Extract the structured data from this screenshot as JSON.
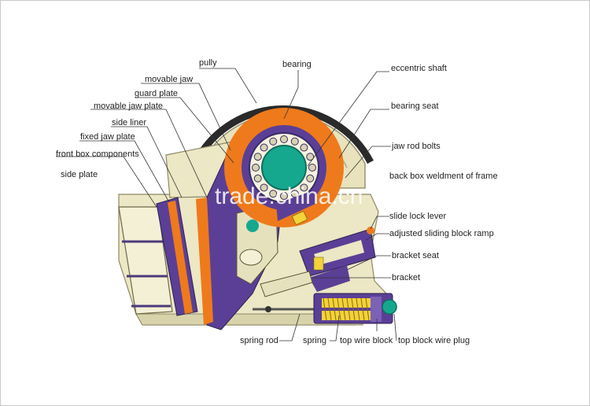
{
  "labels": {
    "pully": "pully",
    "bearing": "bearing",
    "movable_jaw": "movable jaw",
    "eccentric_shaft": "eccentric shaft",
    "guard_plate": "guard plate",
    "movable_jaw_plate": "movable jaw plate",
    "bearing_seat": "bearing seat",
    "side_liner": "side liner",
    "fixed_jaw_plate": "fixed jaw plate",
    "jaw_rod_bolts": "jaw rod bolts",
    "front_box_components": "front box components",
    "side_plate": "side plate",
    "back_box_weldment": "back box weldment of frame",
    "slide_lock_lever": "slide lock lever",
    "adjusted_sliding_block_ramp": "adjusted sliding block ramp",
    "bracket_seat": "bracket seat",
    "bracket": "bracket",
    "spring_rod": "spring rod",
    "spring": "spring",
    "top_wire_block": "top wire block",
    "top_block_wire_plug": "top block wire plug"
  },
  "watermark": "trade.china.cn",
  "colors": {
    "frame": "#ebe6c3",
    "frame_dark": "#cfc9a0",
    "purple": "#5b3f96",
    "orange": "#ee7a1c",
    "teal": "#15a88f",
    "flywheel": "#e5e0b8",
    "belt": "#2a2a2a",
    "yellow": "#f3d23a"
  }
}
